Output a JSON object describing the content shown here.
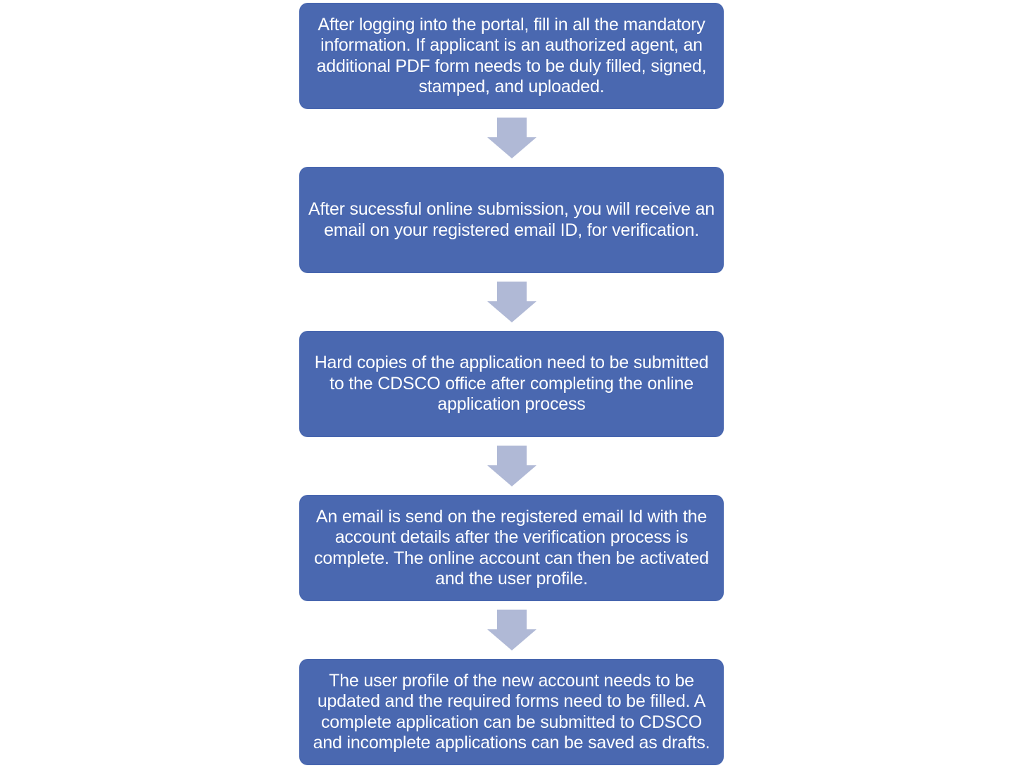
{
  "flowchart": {
    "steps": [
      {
        "text": "After logging into the portal, fill in all the mandatory information. If applicant is an authorized agent, an additional PDF form needs to be duly filled, signed, stamped, and uploaded."
      },
      {
        "text": "After sucessful online submission, you will receive an email on your registered email ID, for verification."
      },
      {
        "text": "Hard copies of the application need to be submitted to the CDSCO office after completing the online application process"
      },
      {
        "text": "An email is send on the registered email Id with the account details after the verification process is complete. The online account can then be activated and the user profile."
      },
      {
        "text": "The user profile of the new account needs to be updated and the required forms need to be filled. A complete application can be submitted to CDSCO and incomplete applications can be saved as drafts."
      }
    ],
    "colors": {
      "box_fill": "#4a68b0",
      "box_text": "#ffffff",
      "arrow_fill": "#b0b9d6"
    }
  }
}
